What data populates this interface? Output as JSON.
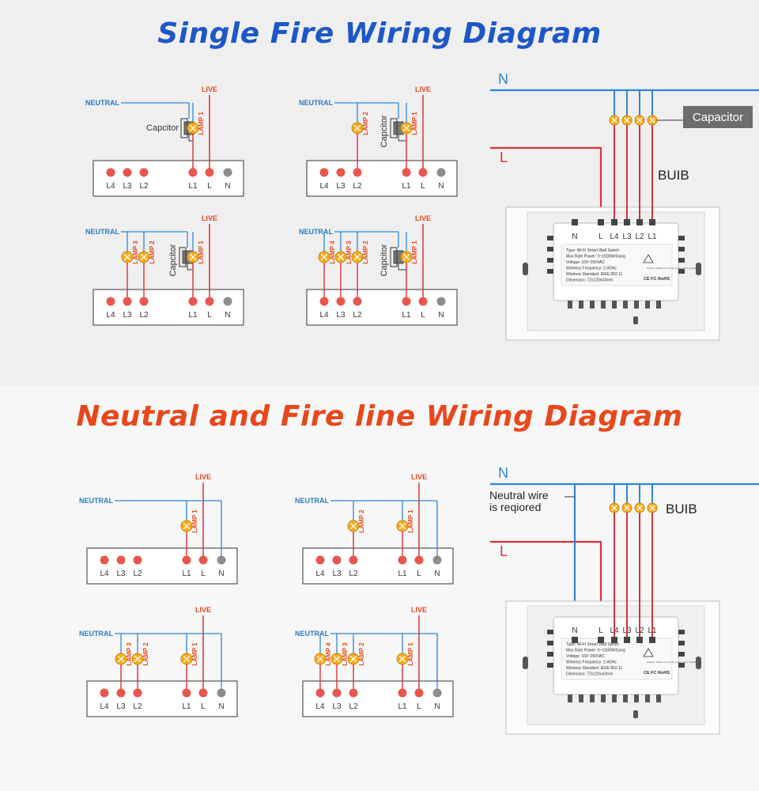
{
  "titles": {
    "single_fire": "Single Fire Wiring Diagram",
    "neutral_fire": "Neutral and Fire line Wiring Diagram"
  },
  "labels": {
    "neutral": "NEUTRAL",
    "live": "LIVE",
    "capacitor_small": "Capcitor",
    "lamp1": "LAMP 1",
    "lamp2": "LAMP 2",
    "lamp3": "LAMP 3",
    "lamp4": "LAMP 4",
    "N": "N",
    "L": "L",
    "capacitor": "Capacitor",
    "buib": "BUIB",
    "neutral_required_line1": "Neutral wire",
    "neutral_required_line2": "is reqiored"
  },
  "terminals": {
    "L4": "L4",
    "L3": "L3",
    "L2": "L2",
    "L1": "L1",
    "L": "L",
    "N": "N"
  },
  "switch_module": {
    "type_line": "Type: Wi-Fi Smart Wall Switch",
    "power_line": "Max Rate Power: 0~1000W/Gang",
    "voltage_line": "Voltage: 100~250VAC",
    "frequency_line": "Wireless Frequency: 2.4GHz",
    "standard_line": "Wireless Standard: IEEE 802.11",
    "dimension_line": "Dimension: 72x120x43mm",
    "cert_marks": "CE FC RoHS",
    "warning_text": "Caution: Please cut off the power when installation"
  },
  "colors": {
    "title_blue": "#1d57c8",
    "title_orange": "#e8471c",
    "neutral_wire": "#2e86d6",
    "live_wire": "#d8323a",
    "terminal_red": "#e8564e",
    "terminal_gray": "#8d8d8d",
    "lamp": "#f4ac1e"
  }
}
